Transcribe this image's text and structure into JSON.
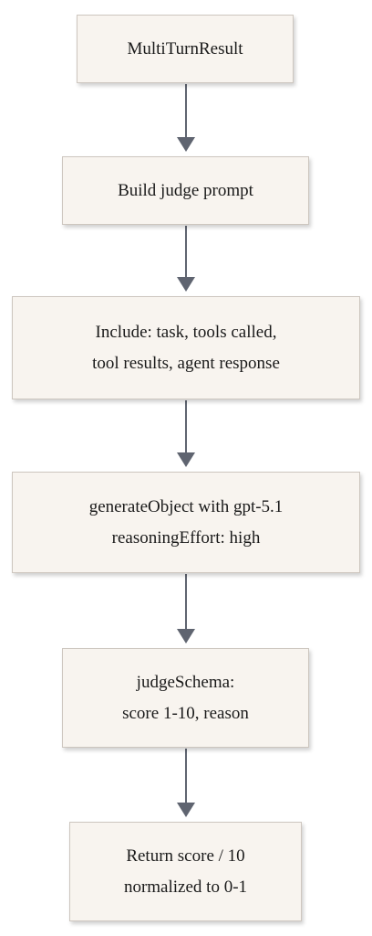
{
  "flow": {
    "nodes": [
      {
        "id": "multi-turn-result",
        "lines": [
          "MultiTurnResult"
        ]
      },
      {
        "id": "build-judge-prompt",
        "lines": [
          "Build judge prompt"
        ]
      },
      {
        "id": "include-fields",
        "lines": [
          "Include: task, tools called,",
          "tool results, agent response"
        ]
      },
      {
        "id": "generate-object",
        "lines": [
          "generateObject with gpt-5.1",
          "reasoningEffort: high"
        ]
      },
      {
        "id": "judge-schema",
        "lines": [
          "judgeSchema:",
          "score 1-10, reason"
        ]
      },
      {
        "id": "return-score",
        "lines": [
          "Return score / 10",
          "normalized to 0-1"
        ]
      }
    ],
    "edges": [
      {
        "from": "multi-turn-result",
        "to": "build-judge-prompt"
      },
      {
        "from": "build-judge-prompt",
        "to": "include-fields"
      },
      {
        "from": "include-fields",
        "to": "generate-object"
      },
      {
        "from": "generate-object",
        "to": "judge-schema"
      },
      {
        "from": "judge-schema",
        "to": "return-score"
      }
    ],
    "colors": {
      "node_fill": "#f8f4ef",
      "node_border": "#cdc6bf",
      "arrow": "#5f6470",
      "text": "#1a1a1a"
    }
  }
}
